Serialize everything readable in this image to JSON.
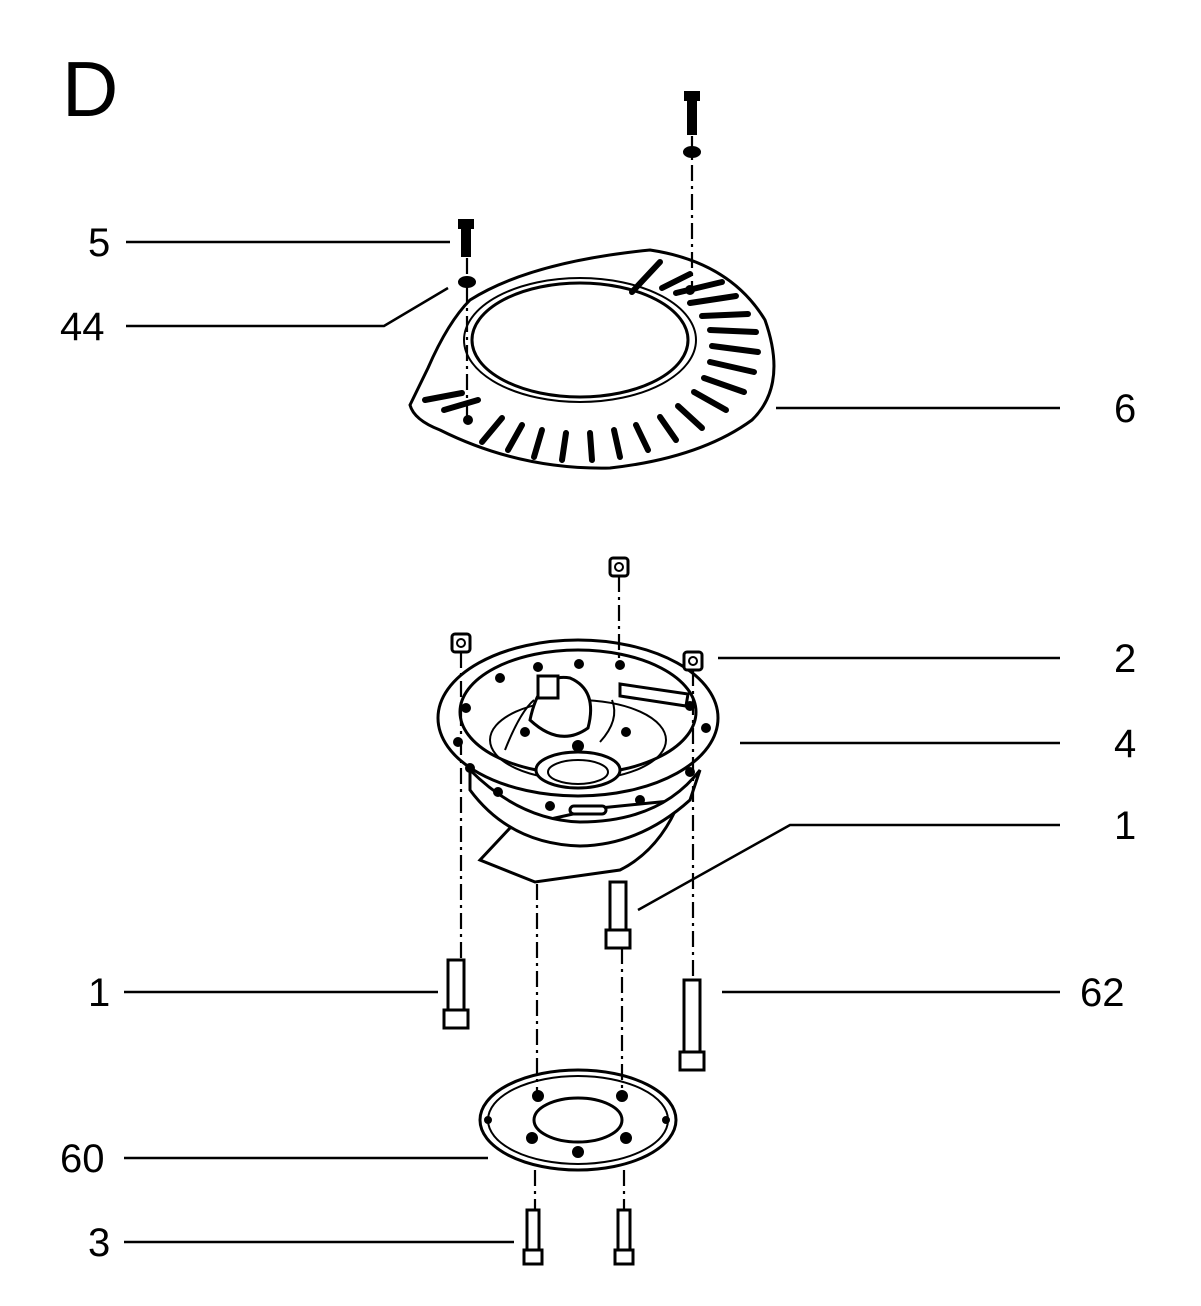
{
  "diagram": {
    "section_letter": "D",
    "labels": {
      "part_5": "5",
      "part_44": "44",
      "part_6": "6",
      "part_2": "2",
      "part_4": "4",
      "part_1_right": "1",
      "part_1_left": "1",
      "part_62": "62",
      "part_60": "60",
      "part_3": "3"
    }
  }
}
